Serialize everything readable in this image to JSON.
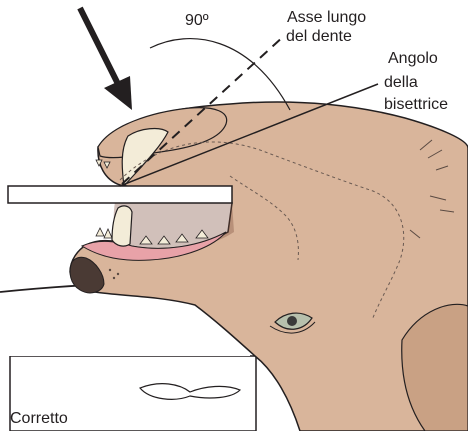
{
  "labels": {
    "angle": "90º",
    "long_axis_line1": "Asse lungo",
    "long_axis_line2": "del dente",
    "bisecting_line1": "Angolo",
    "bisecting_line2": "della",
    "bisecting_line3": "bisettrice",
    "caption": "Corretto"
  },
  "colors": {
    "skin": "#d9b59b",
    "skin_dark": "#c9a184",
    "outline": "#231f20",
    "gum": "#e8a2a8",
    "tooth": "#f3ecd8",
    "eye": "#b7c0ad"
  }
}
